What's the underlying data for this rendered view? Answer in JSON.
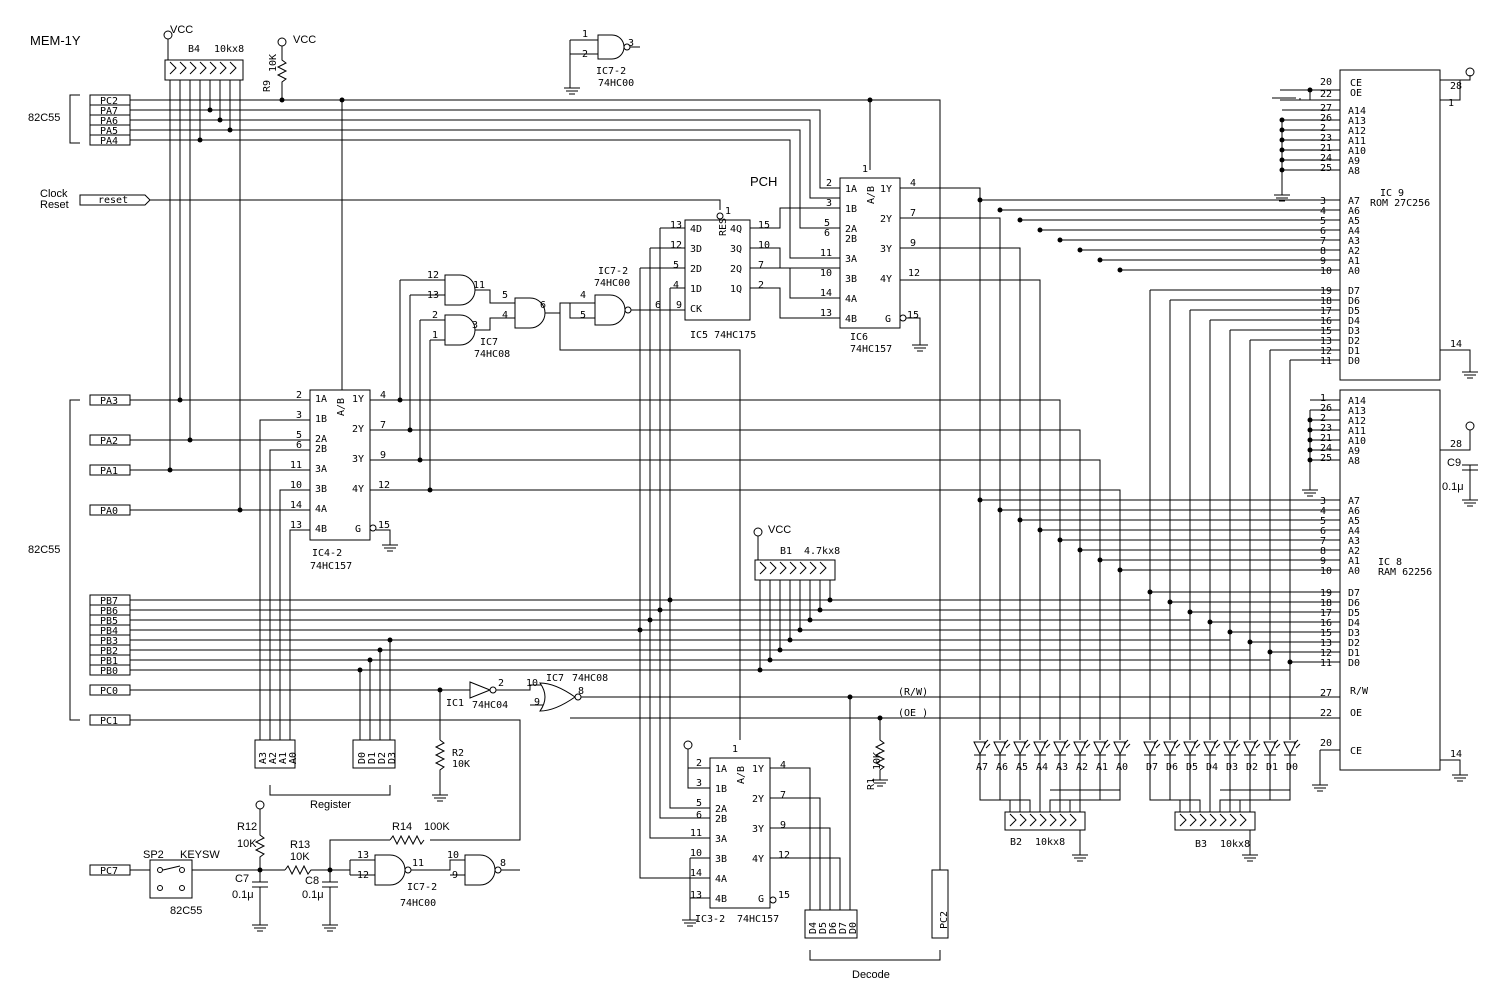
{
  "title": "MEM-1Y",
  "port_label": "82C55",
  "clock_label": "Clock",
  "reset_label": "Reset",
  "reset_net": "reset_",
  "pch": "PCH",
  "vcc": "VCC",
  "nets": {
    "pc2": "PC2",
    "pa7": "PA7",
    "pa6": "PA6",
    "pa5": "PA5",
    "pa4": "PA4",
    "pa3": "PA3",
    "pa2": "PA2",
    "pa1": "PA1",
    "pa0": "PA0",
    "pb7": "PB7",
    "pb6": "PB6",
    "pb5": "PB5",
    "pb4": "PB4",
    "pb3": "PB3",
    "pb2": "PB2",
    "pb1": "PB1",
    "pb0": "PB0",
    "pc0": "PC0",
    "pc1": "PC1",
    "pc7": "PC7",
    "rw": "(R/W)",
    "oe": "(OE_)"
  },
  "parts": {
    "b4": "B4",
    "b4_val": "10kx8",
    "r9": "R9",
    "r9_val": "10K",
    "b1": "B1",
    "b1_val": "4.7kx8",
    "b2": "B2",
    "b2_val": "10kx8",
    "b3": "B3",
    "b3_val": "10kx8",
    "ic4": "IC4-2",
    "ic4_type": "74HC157",
    "ic7a": "IC7",
    "ic7a_type": "74HC08",
    "ic72a": "IC7-2",
    "ic72a_type": "74HC00",
    "ic72b": "IC7-2",
    "ic72b_type": "74HC00",
    "ic5": "IC5  74HC175",
    "ic6": "IC6",
    "ic6_type": "74HC157",
    "ic9": "IC 9",
    "ic9_type": "ROM 27C256",
    "ic8": "IC 8",
    "ic8_type": "RAM 62256",
    "ic3": "IC3-2",
    "ic3_type": "74HC157",
    "ic1": "IC1",
    "ic1_type": "74HC04",
    "ic7b": "IC7",
    "ic7b_type": "74HC08",
    "ic72c": "IC7-2",
    "ic72c_type": "74HC00",
    "r2": "R2",
    "r2_val": "10K",
    "r1": "R1",
    "r1_val": "10K",
    "r12": "R12",
    "r12_val": "10K",
    "r13": "R13",
    "r13_val": "10K",
    "r14": "R14",
    "r14_val": "100K",
    "c7": "C7",
    "c7_val": "0.1μ",
    "c8": "C8",
    "c8_val": "0.1μ",
    "c9": "C9",
    "c9_val": "0.1μ",
    "sp2": "SP2",
    "keysw": "KEYSW"
  },
  "register_label": "Register",
  "decode_label": "Decode",
  "mux_pins": {
    "a1": "1A",
    "b1": "1B",
    "a2": "2A",
    "b2": "2B",
    "a3": "3A",
    "b3": "3B",
    "a4": "4A",
    "b4": "4B",
    "y1": "1Y",
    "y2": "2Y",
    "y3": "3Y",
    "y4": "4Y",
    "g": "G",
    "ab": "A/B"
  },
  "latch_pins": {
    "d4": "4D",
    "d3": "3D",
    "d2": "2D",
    "d1": "1D",
    "q4": "4Q",
    "q3": "3Q",
    "q2": "2Q",
    "q1": "1Q",
    "ck": "CK",
    "res": "RES"
  },
  "rom_addr": [
    "A14",
    "A13",
    "A12",
    "A11",
    "A10",
    "A9",
    "A8",
    "A7",
    "A6",
    "A5",
    "A4",
    "A3",
    "A2",
    "A1",
    "A0"
  ],
  "rom_data": [
    "D7",
    "D6",
    "D5",
    "D4",
    "D3",
    "D2",
    "D1",
    "D0"
  ],
  "rom_ctrl": [
    "CE",
    "OE"
  ],
  "ram_ctrl": [
    "R/W",
    "OE",
    "CE"
  ],
  "rom_addr_pins": [
    "1",
    "27",
    "26",
    "2",
    "23",
    "21",
    "24",
    "25",
    "3",
    "4",
    "5",
    "6",
    "7",
    "8",
    "9",
    "10"
  ],
  "ram_addr_pins": [
    "1",
    "26",
    "2",
    "23",
    "21",
    "24",
    "25",
    "3",
    "4",
    "5",
    "6",
    "7",
    "8",
    "9",
    "10"
  ],
  "data_pins": [
    "19",
    "18",
    "17",
    "16",
    "15",
    "13",
    "12",
    "11"
  ],
  "led_a": [
    "A7",
    "A6",
    "A5",
    "A4",
    "A3",
    "A2",
    "A1",
    "A0"
  ],
  "led_d": [
    "D7",
    "D6",
    "D5",
    "D4",
    "D3",
    "D2",
    "D1",
    "D0"
  ],
  "reg_labels": [
    "A3",
    "A2",
    "A1",
    "A0"
  ],
  "reg2_labels": [
    "D0",
    "D1",
    "D2",
    "D3"
  ],
  "dec_labels": [
    "D4",
    "D5",
    "D6",
    "D7"
  ],
  "pc2_conn": "PC2"
}
